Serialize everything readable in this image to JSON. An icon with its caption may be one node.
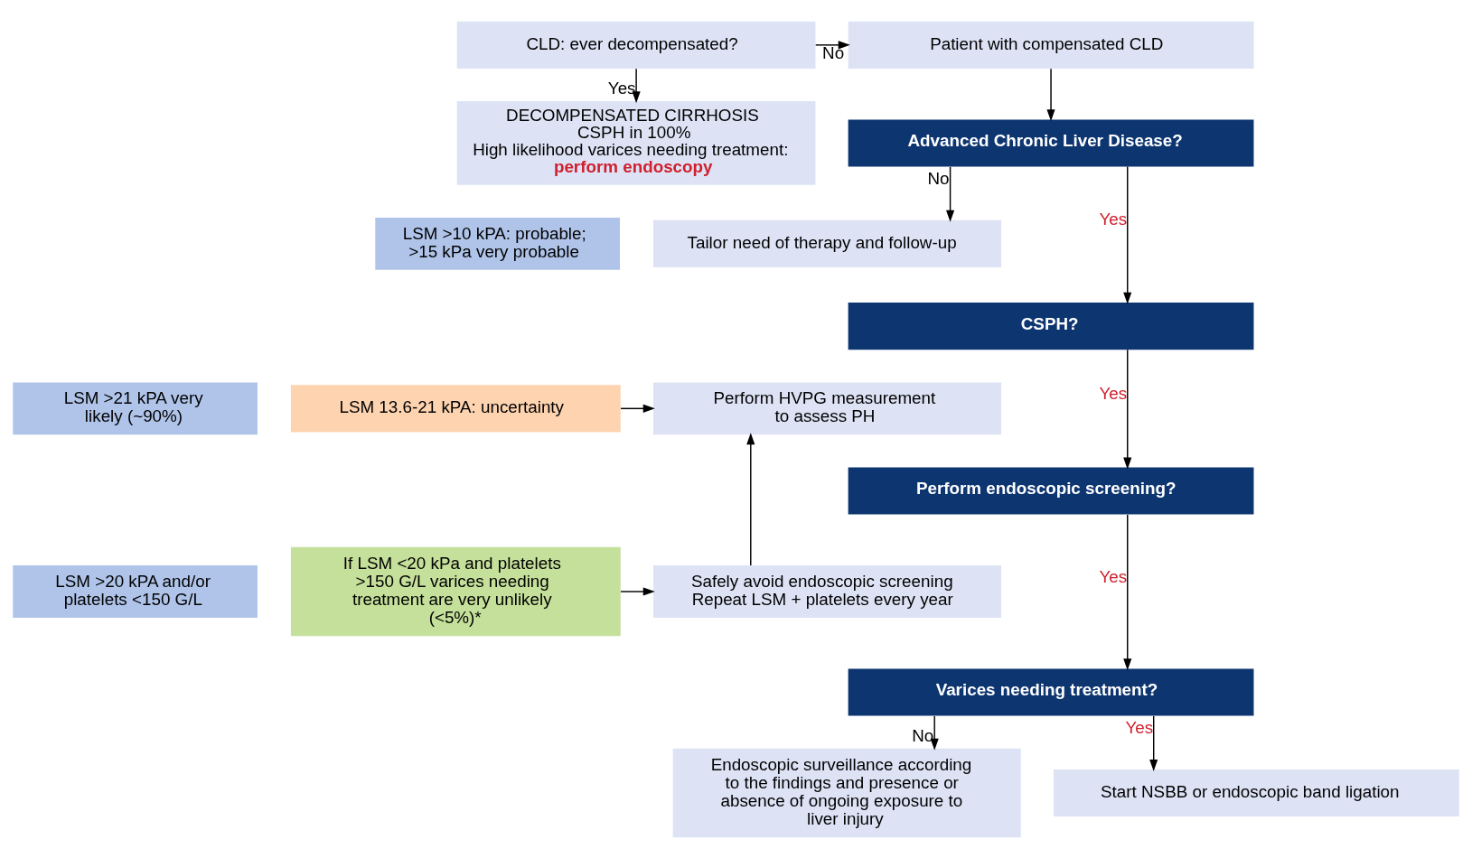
{
  "diagram": {
    "nodes": [
      {
        "text": [
          "CLD: ever decompensated?"
        ]
      },
      {
        "text": [
          "Patient with compensated CLD"
        ]
      },
      {
        "text": [
          "DECOMPENSATED CIRRHOSIS",
          "CSPH in 100%",
          "High likelihood varices needing treatment:",
          "perform endoscopy"
        ]
      },
      {
        "text": [
          "Advanced Chronic Liver Disease?"
        ]
      },
      {
        "text": [
          "LSM >10 kPA: probable; >15 kPa very probable"
        ]
      },
      {
        "text": [
          "Tailor need of therapy and follow-up"
        ]
      },
      {
        "text": [
          "CSPH?"
        ]
      },
      {
        "text": [
          "LSM >21 kPA very likely (~90%)"
        ]
      },
      {
        "text": [
          "LSM 13.6-21 kPA: uncertainty"
        ]
      },
      {
        "text": [
          "Perform HVPG measurement to assess PH"
        ]
      },
      {
        "text": [
          "Perform endoscopic screening?"
        ]
      },
      {
        "text": [
          "LSM >20 kPA and/or platelets <150 G/L"
        ]
      },
      {
        "text": [
          "If LSM <20 kPa and platelets >150 G/L varices needing treatment are very unlikely (<5%)*"
        ]
      },
      {
        "text": [
          "Safely avoid endoscopic screening",
          "Repeat LSM + platelets every year"
        ]
      },
      {
        "text": [
          "Varices needing treatment?"
        ]
      },
      {
        "text": [
          "Endoscopic surveillance according to the findings and presence or absence of ongoing exposure to liver injury"
        ]
      },
      {
        "text": [
          "Start NSBB or endoscopic band ligation"
        ]
      }
    ],
    "edges": [
      {
        "from": 0,
        "to": 1,
        "arrow": "to",
        "label": "No"
      },
      {
        "from": 0,
        "to": 2,
        "arrow": "to",
        "label": "Yes"
      },
      {
        "from": 1,
        "to": 3,
        "arrow": "to"
      },
      {
        "from": 3,
        "to": 6,
        "arrow": "to",
        "label": "Yes"
      },
      {
        "from": 3,
        "to": 5,
        "arrow": "to",
        "label": "No"
      },
      {
        "from": 6,
        "to": 10,
        "arrow": "to",
        "label": "Yes"
      },
      {
        "from": 8,
        "to": 9,
        "arrow": "to"
      },
      {
        "from": 10,
        "to": 14,
        "arrow": "to",
        "label": "Yes"
      },
      {
        "from": 12,
        "to": 13,
        "arrow": "to"
      },
      {
        "from": 13,
        "to": 9,
        "arrow": "to"
      },
      {
        "from": 14,
        "to": 16,
        "arrow": "to",
        "label": "Yes"
      },
      {
        "from": 14,
        "to": 15,
        "arrow": "to",
        "label": "No"
      }
    ]
  }
}
